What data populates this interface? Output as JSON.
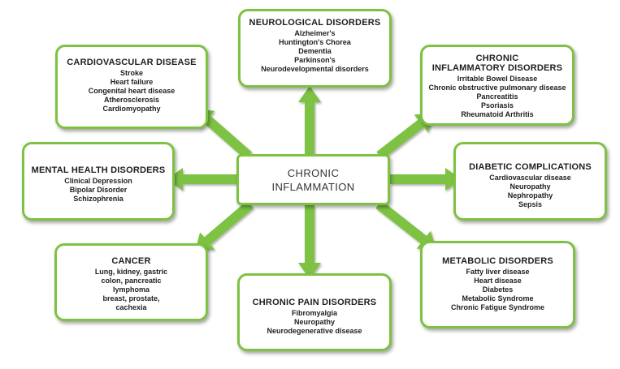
{
  "colors": {
    "arrow": "#7dc242",
    "border": "#7dc242",
    "text": "#1e1e1e"
  },
  "center": {
    "title": "CHRONIC\nINFLAMMATION"
  },
  "boxes": {
    "neuro": {
      "title": "NEUROLOGICAL DISORDERS",
      "items": [
        "Alzheimer's",
        "Huntington's Chorea",
        "Dementia",
        "Parkinson's",
        "Neurodevelopmental disorders"
      ]
    },
    "cardio": {
      "title": "CARDIOVASCULAR DISEASE",
      "items": [
        "Stroke",
        "Heart failure",
        "Congenital heart disease",
        "Atherosclerosis",
        "Cardiomyopathy"
      ]
    },
    "inflam": {
      "title": "CHRONIC\nINFLAMMATORY DISORDERS",
      "items": [
        "Irritable Bowel Disease",
        "Chronic obstructive pulmonary disease",
        "Pancreatitis",
        "Psoriasis",
        "Rheumatoid Arthritis"
      ]
    },
    "mental": {
      "title": "MENTAL HEALTH DISORDERS",
      "items": [
        "Clinical Depression",
        "Bipolar Disorder",
        "Schizophrenia"
      ]
    },
    "diabetic": {
      "title": "DIABETIC  COMPLICATIONS",
      "items": [
        "Cardiovascular disease",
        "Neuropathy",
        "Nephropathy",
        "Sepsis"
      ]
    },
    "cancer": {
      "title": "CANCER",
      "items": [
        "Lung, kidney, gastric",
        "colon, pancreatic",
        "lymphoma",
        "breast, prostate,",
        "cachexia"
      ]
    },
    "metabolic": {
      "title": "METABOLIC DISORDERS",
      "items": [
        "Fatty liver disease",
        "Heart disease",
        "Diabetes",
        "Metabolic Syndrome",
        "Chronic Fatigue Syndrome"
      ]
    },
    "pain": {
      "title": "CHRONIC PAIN DISORDERS",
      "items": [
        "Fibromyalgia",
        "Neuropathy",
        "Neurodegenerative disease"
      ]
    }
  }
}
